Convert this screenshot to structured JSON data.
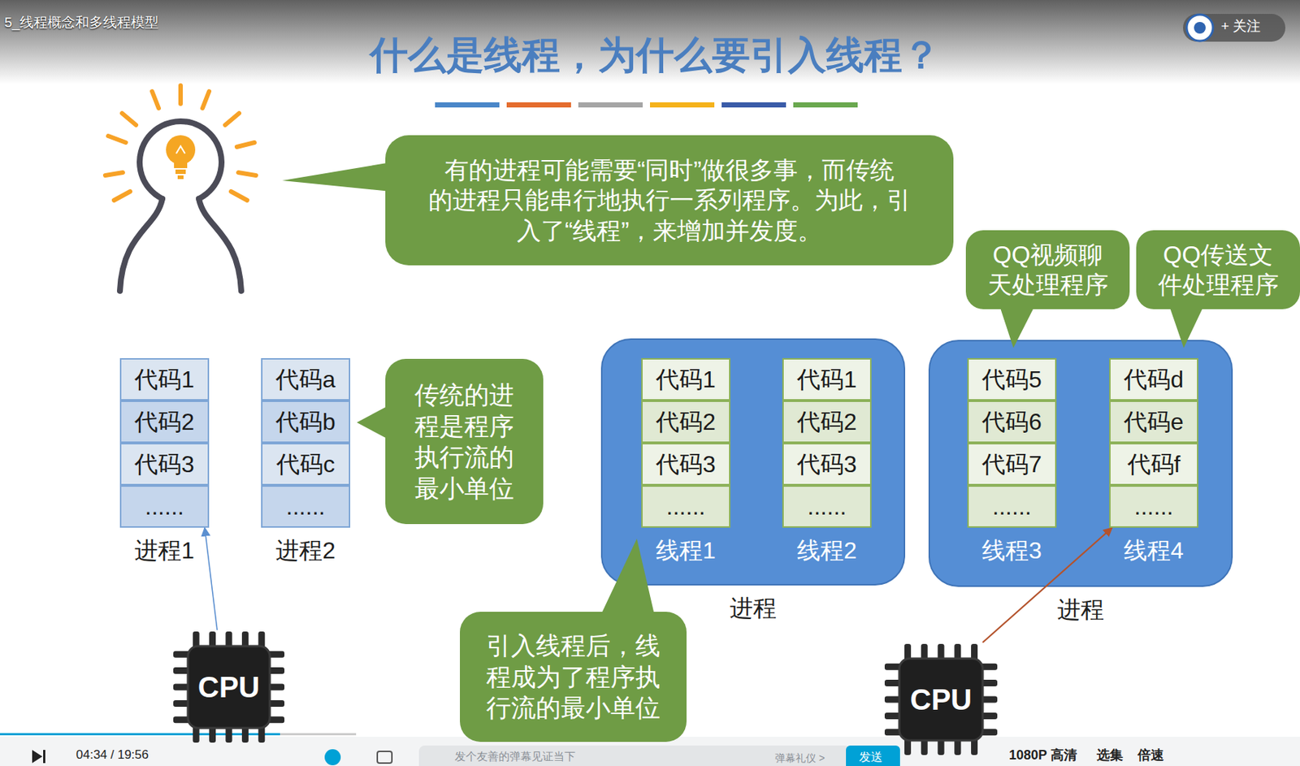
{
  "diagram": {
    "title": "什么是线程，为什么要引入线程？",
    "nodes": [
      {
        "text": [
          "有的进程可能需要“同时”做很多事，而传统 的进程只能串行地执行一系列程序。为此，引 入了“线程”，来增加并发度。"
        ]
      },
      {
        "text": [
          "QQ视频聊 天处理程序"
        ]
      },
      {
        "text": [
          "QQ传送文 件处理程序"
        ]
      },
      {
        "text": [
          "进程1"
        ]
      },
      {
        "text": [
          "代码1"
        ],
        "in": 3
      },
      {
        "text": [
          "代码2"
        ],
        "in": 3
      },
      {
        "text": [
          "代码3"
        ],
        "in": 3
      },
      {
        "text": [
          "......"
        ],
        "in": 3
      },
      {
        "text": [
          "进程2"
        ]
      },
      {
        "text": [
          "代码a"
        ],
        "in": 8
      },
      {
        "text": [
          "代码b"
        ],
        "in": 8
      },
      {
        "text": [
          "代码c"
        ],
        "in": 8
      },
      {
        "text": [
          "......"
        ],
        "in": 8
      },
      {
        "text": [
          "传统的进 程是程序 执行流的 最小单位"
        ]
      },
      {
        "text": [
          "进程"
        ]
      },
      {
        "text": [
          "线程1"
        ],
        "in": 14
      },
      {
        "text": [
          "代码1"
        ],
        "in": 15
      },
      {
        "text": [
          "代码2"
        ],
        "in": 15
      },
      {
        "text": [
          "代码3"
        ],
        "in": 15
      },
      {
        "text": [
          "......"
        ],
        "in": 15
      },
      {
        "text": [
          "线程2"
        ],
        "in": 14
      },
      {
        "text": [
          "代码1"
        ],
        "in": 20
      },
      {
        "text": [
          "代码2"
        ],
        "in": 20
      },
      {
        "text": [
          "代码3"
        ],
        "in": 20
      },
      {
        "text": [
          "......"
        ],
        "in": 20
      },
      {
        "text": [
          "进程"
        ]
      },
      {
        "text": [
          "线程3"
        ],
        "in": 25
      },
      {
        "text": [
          "代码5"
        ],
        "in": 26
      },
      {
        "text": [
          "代码6"
        ],
        "in": 26
      },
      {
        "text": [
          "代码7"
        ],
        "in": 26
      },
      {
        "text": [
          "......"
        ],
        "in": 26
      },
      {
        "text": [
          "线程4"
        ],
        "in": 25
      },
      {
        "text": [
          "代码d"
        ],
        "in": 31
      },
      {
        "text": [
          "代码e"
        ],
        "in": 31
      },
      {
        "text": [
          "代码f"
        ],
        "in": 31
      },
      {
        "text": [
          "......"
        ],
        "in": 31
      },
      {
        "text": [
          "引入线程后，线 程成为了程序执 行流的最小单位"
        ]
      },
      {
        "text": [
          "CPU"
        ]
      },
      {
        "text": [
          "CPU"
        ]
      }
    ],
    "edges": [
      {
        "from": 37,
        "to": 3,
        "arrow": "to"
      },
      {
        "from": 38,
        "to": 31,
        "arrow": "to"
      }
    ],
    "labels": [
      "5_线程概念和多线程模型",
      "+ 关注",
      "04:34 / 19:56",
      "发个友善的弹幕见证当下",
      "弹幕礼仪 >",
      "发送",
      "1080P 高清",
      "选集",
      "倍速"
    ]
  }
}
